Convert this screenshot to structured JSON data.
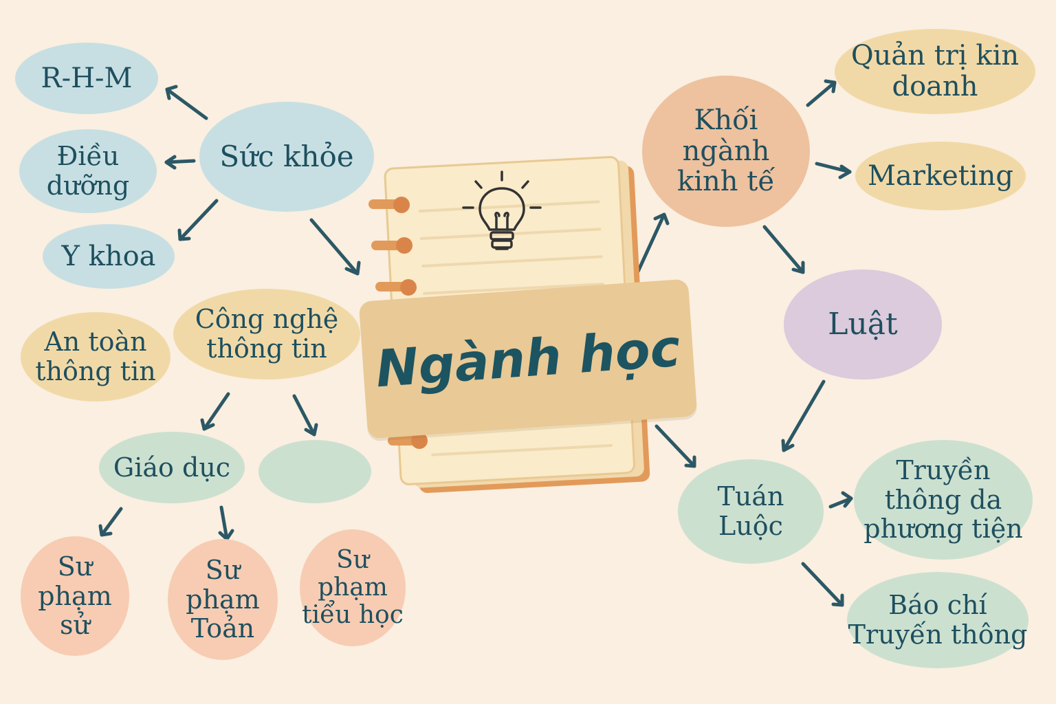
{
  "title": "Ngành học",
  "icons": {
    "center": "lightbulb-icon",
    "book": "spiral-notebook-icon"
  },
  "colors": {
    "background": "#FAEFE0",
    "text": "#1E4F5E",
    "arrow": "#2C5866",
    "blue": "#C7DFE3",
    "yellow": "#F1D9A7",
    "green": "#CCE0D0",
    "peach": "#F7CCB3",
    "salmon": "#EEC19F",
    "purple": "#DCCADD"
  },
  "nodes": {
    "rhm": "R-H-M",
    "dieu_duong": "Điều\ndưỡng",
    "y_khoa": "Y khoa",
    "suc_khoe": "Sức khỏe",
    "an_toan": "An toàn\nthông tin",
    "cong_nghe": "Công nghệ\nthông tin",
    "giao_duc": "Giáo dục",
    "empty": "",
    "su_pham_su": "Sư\nphạm\nsử",
    "su_pham_toan": "Sư\nphạm\nToản",
    "su_pham_tieu_hoc": "Sư\nphạm\ntiểu học",
    "khoi_kinh_te": "Khối\nngành\nkinh tế",
    "quan_tri": "Quản trị kin\ndoanh",
    "marketing": "Marketing",
    "luat": "Luật",
    "tuan_luoc": "Tuán\nLuộc",
    "truyen_thong_da": "Truyền\nthông da\nphương tiện",
    "bao_chi": "Báo chí\nTruyến thông"
  }
}
